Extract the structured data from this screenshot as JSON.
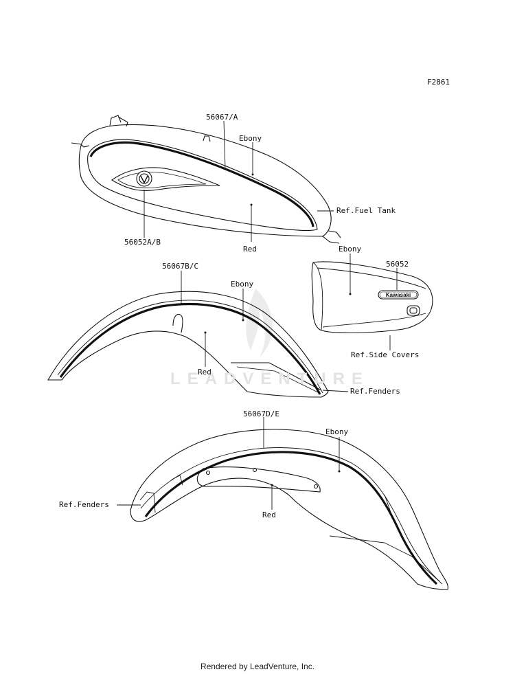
{
  "figure_id": "F2861",
  "watermark": "LEADVENTURE",
  "footer": "Rendered by LeadVenture, Inc.",
  "brand_emblem": "Kawasaki",
  "parts": {
    "tank": {
      "part_main": "56067/A",
      "color_top": "Ebony",
      "color_bottom": "Red",
      "emblem": "56052A/B",
      "ref": "Ref.Fuel Tank"
    },
    "side_cover": {
      "color": "Ebony",
      "emblem": "56052",
      "ref": "Ref.Side Covers"
    },
    "front_fender": {
      "part": "56067B/C",
      "color_top": "Ebony",
      "color_bottom": "Red",
      "ref": "Ref.Fenders"
    },
    "rear_fender": {
      "part": "56067D/E",
      "color_top": "Ebony",
      "color_bottom": "Red",
      "ref": "Ref.Fenders"
    }
  }
}
